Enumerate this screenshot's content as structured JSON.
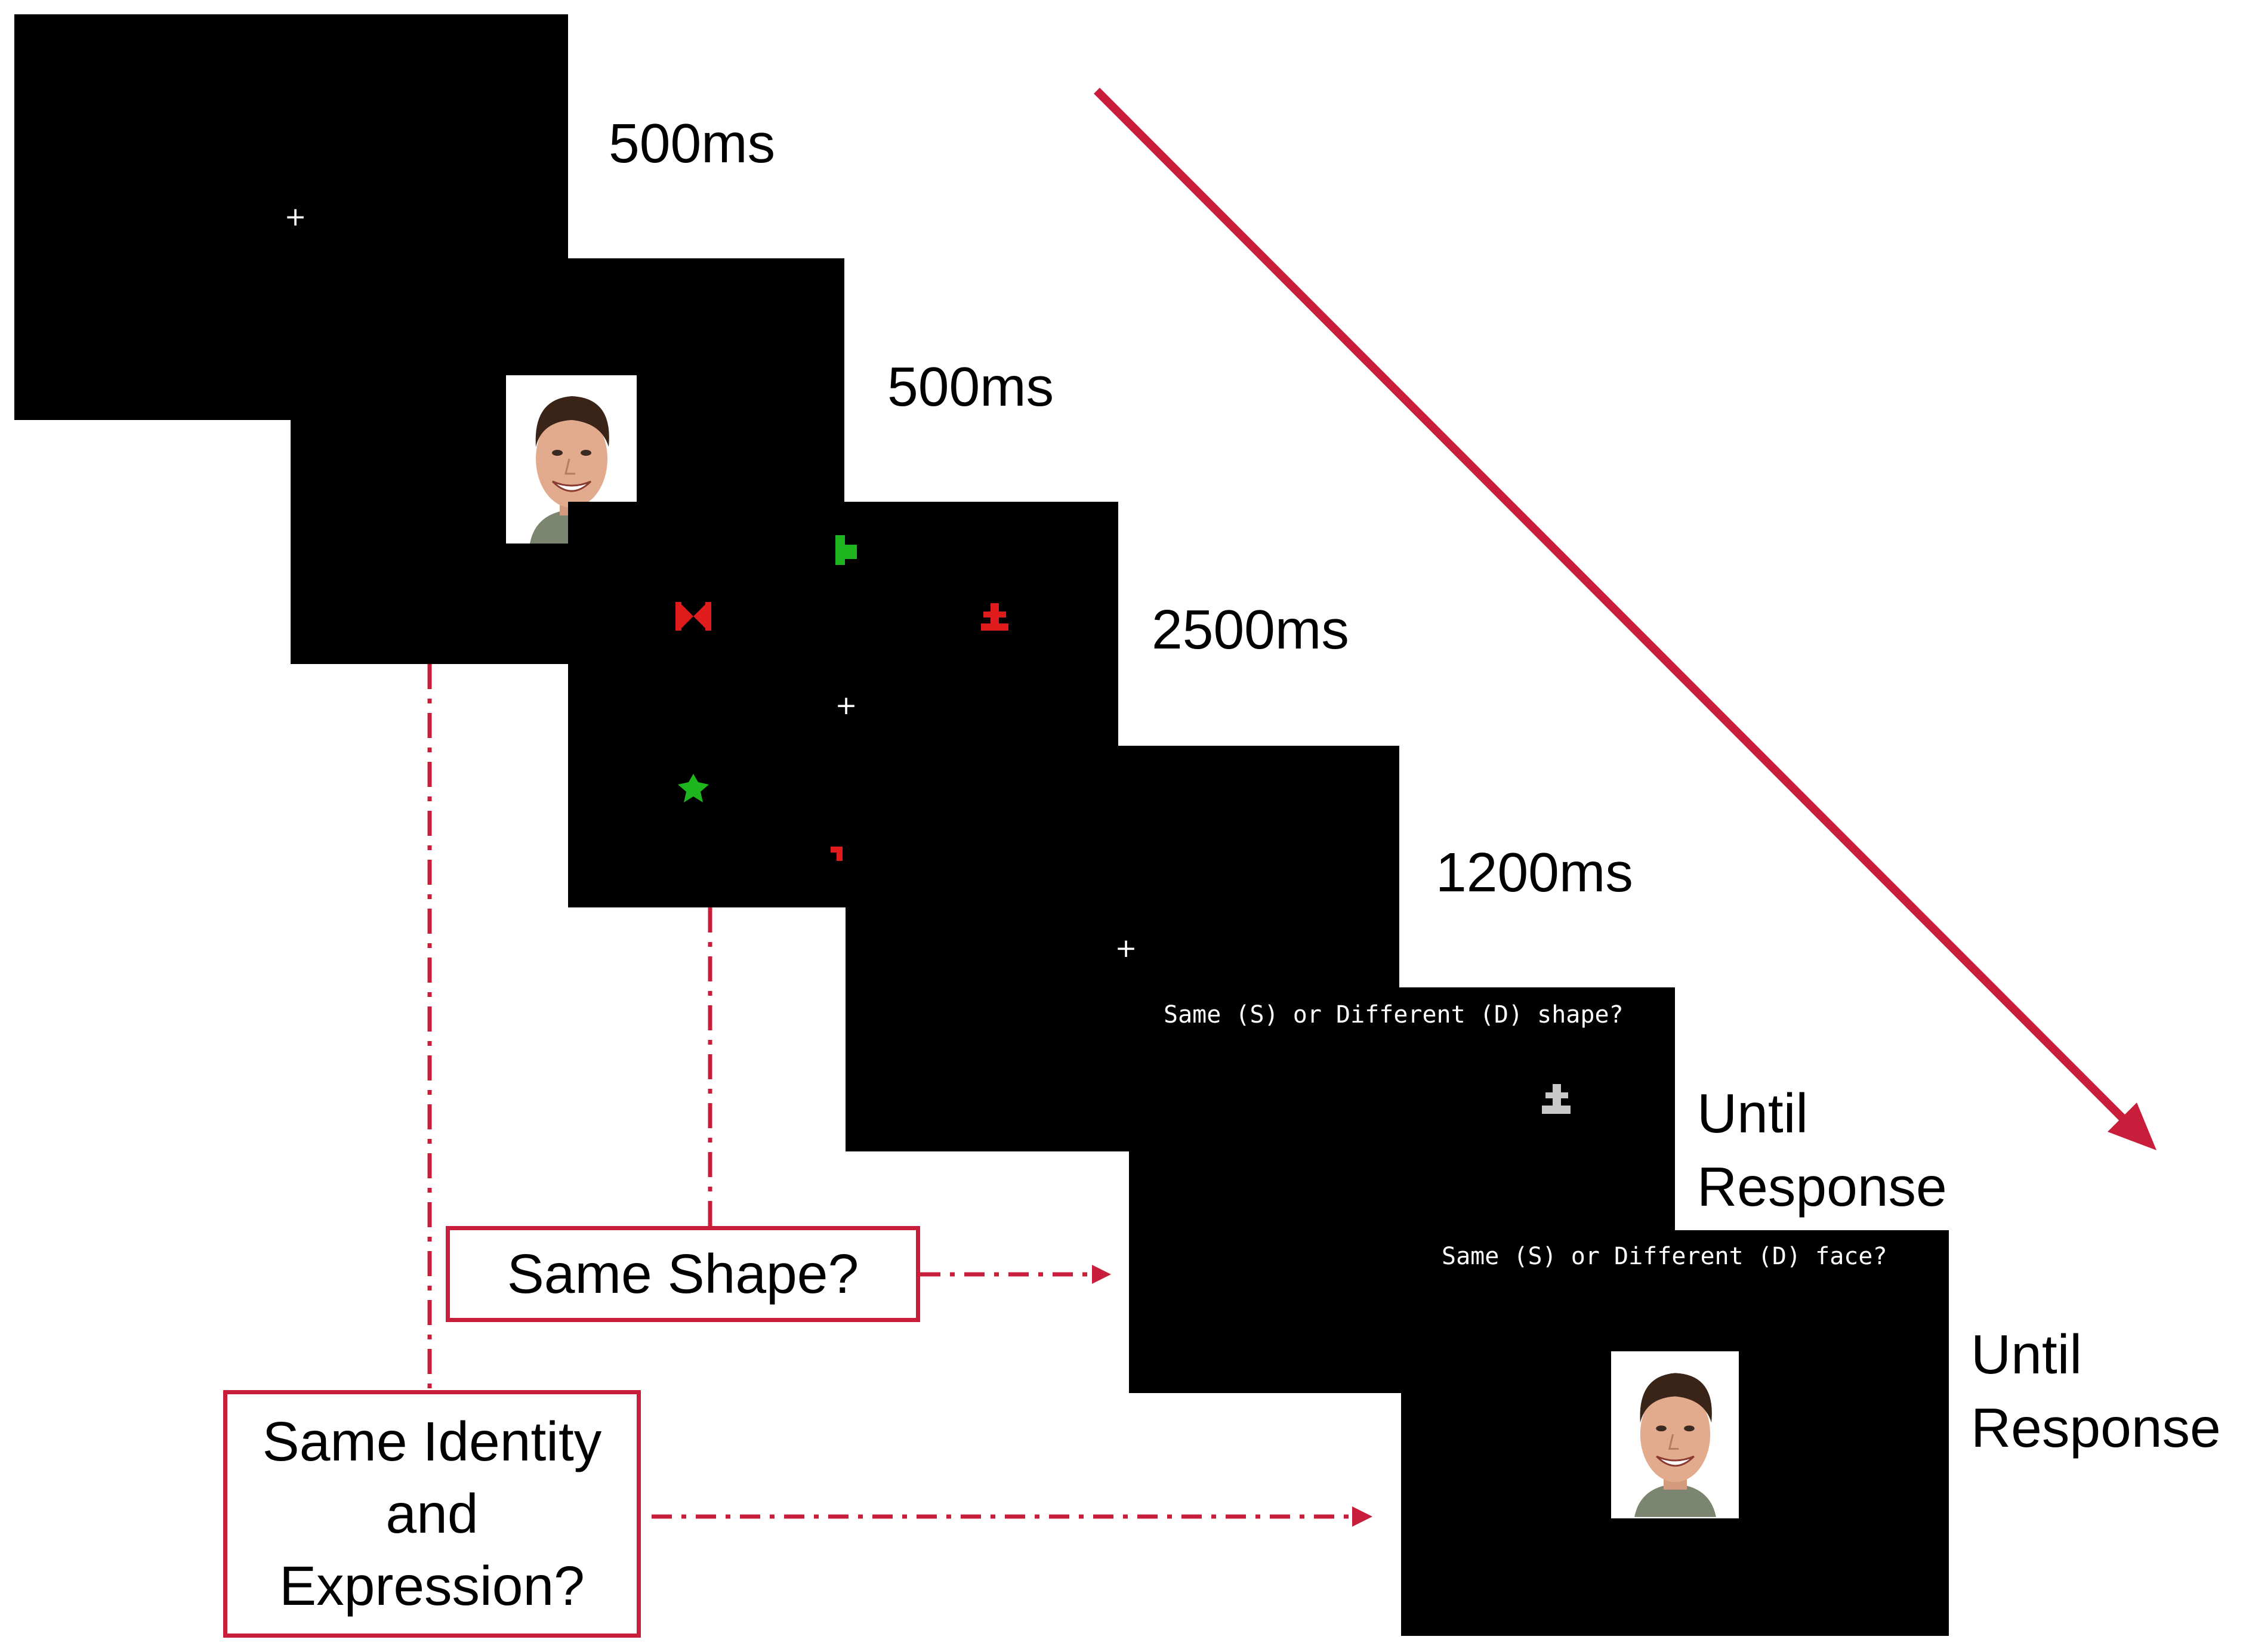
{
  "sequence": [
    {
      "duration": "500ms",
      "content": "fixation",
      "fixation": "+"
    },
    {
      "duration": "500ms",
      "content": "face-stimulus"
    },
    {
      "duration": "2500ms",
      "content": "shape-array",
      "fixation": "+"
    },
    {
      "duration": "1200ms",
      "content": "fixation",
      "fixation": "+"
    },
    {
      "duration_line1": "Until",
      "duration_line2": "Response",
      "prompt": "Same (S) or Different (D) shape?",
      "content": "probe-shape"
    },
    {
      "duration_line1": "Until",
      "duration_line2": "Response",
      "prompt": "Same (S) or Different (D) face?",
      "content": "probe-face"
    }
  ],
  "questions": {
    "shape": "Same Shape?",
    "identity_line1": "Same Identity",
    "identity_line2": "and",
    "identity_line3": "Expression?"
  },
  "colors": {
    "accent": "#c81e3c",
    "screen": "#000000",
    "shape_red": "#e01b1b",
    "shape_green": "#1fb51f",
    "probe_gray": "#c8c8c8"
  },
  "icons": [
    "face-photo",
    "bowtie-shape",
    "flag-shape",
    "cross-shape",
    "star-shape",
    "corner-shape",
    "time-arrow"
  ]
}
